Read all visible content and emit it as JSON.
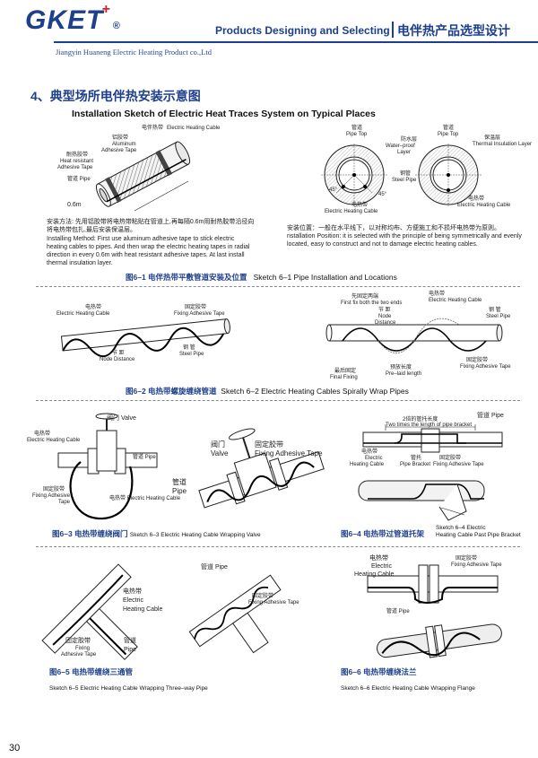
{
  "header": {
    "logo": "GKET",
    "logo_mark": "+",
    "logo_reg": "®",
    "company": "Jiangyin Huaneng Electric Heating Product co.,Ltd",
    "title_en": "Products Designing and Selecting",
    "title_cn": "电伴热产品选型设计"
  },
  "section": {
    "title": "4、典型场所电伴热安装示意图",
    "subtitle": "Installation Sketch of Electric Heat Traces System on Typical Places"
  },
  "fig61": {
    "lbl_cable_cn": "电伴热带",
    "lbl_cable_en": "Electric Heating Cable",
    "lbl_al_cn": "铝胶带",
    "lbl_al_en1": "Aluminum",
    "lbl_al_en2": "Adhesive Tape",
    "lbl_hr_cn": "耐热胶带",
    "lbl_hr_en1": "Heat resistant",
    "lbl_hr_en2": "Adhesive Tape",
    "lbl_pipe": "管道 Pipe",
    "dim": "0.6m",
    "method_cn": "安装方法: 先用铝胶带将电热带粘贴在管道上,再每隔0.6m用耐热胶带沿径向将电热带包扎,最后安装保温层。",
    "method_en": "Installing Method: First use aluminum adhesive tape to stick electric heating cables to pipes.  And then wrap the electric heating tapes in radial direction in every 0.6m with heat resistant adhesive tapes. At last install thermal insulation layer.",
    "r_pipetop1_cn": "管道",
    "r_pipetop1_en": "Pipe Top",
    "r_water_cn": "防水层",
    "r_water_en1": "Water–proof",
    "r_water_en2": "Layer",
    "r_pipetop2_cn": "管道",
    "r_pipetop2_en": "Pipe Top",
    "r_ins_cn": "保温层",
    "r_ins_en": "Thermal Insulation Layer",
    "r_steel_cn": "钢管",
    "r_steel_en": "Steel Pipe",
    "r_angle1": "45°",
    "r_angle2": "45°",
    "r_cable1_cn": "电热带",
    "r_cable1_en": "Electric Heating Cable",
    "r_cable2_cn": "电热带",
    "r_cable2_en": "Electric Heating Cable",
    "position_cn": "安装位置：一般在水平线下，以对称均布、方便施工和不损坏电热带为原则。",
    "position_en": "nstallation Position: it is selected with the principle of being symmetrically and evenly located, easy to construct and not to damage electric heating cables.",
    "caption_cn": "图6–1 电伴热带平敷管道安装及位置",
    "caption_en": "Sketch 6–1 Pipe Installation and Locations"
  },
  "fig62": {
    "l_cable_cn": "电热带",
    "l_cable_en": "Electric Heating Cable",
    "l_tape_cn": "固定胶带",
    "l_tape_en": "Fixing Adhesive Tape",
    "l_node_cn": "节 距",
    "l_node_en": "Node Distance",
    "l_steel_cn": "钢 管",
    "l_steel_en": "Steel Pipe",
    "r_fix_cn": "先固定两端",
    "r_fix_en": "First fix both the two ends",
    "r_node_cn": "节 距",
    "r_node_en1": "Node",
    "r_node_en2": "Distance",
    "r_cable_cn": "电热带",
    "r_cable_en": "Electric Heating Cable",
    "r_steel_cn": "钢 管",
    "r_steel_en": "Steel Pipe",
    "r_tape_cn": "固定胶带",
    "r_tape_en": "Fixing Adhesive Tape",
    "r_final_cn": "最后固定",
    "r_final_en": "Final Fixing",
    "r_pre_cn": "预放长度",
    "r_pre_en": "Pre–laid length",
    "caption_cn": "图6–2 电热带螺旋缠绕管道",
    "caption_en": "Sketch 6–2 Electric Heating Cables Spirally Wrap Pipes"
  },
  "fig63": {
    "valve1": "阀门 Valve",
    "cable_cn": "电热带",
    "cable_en": "Electric Heating Cable",
    "pipe1": "管道 Pipe",
    "tape_cn": "固定胶带",
    "tape_en1": "Fixing Adhesive",
    "tape_en2": "Tape",
    "cable2": "电热带 Electric Heating Cable",
    "valve2_cn": "阀门",
    "valve2_en": "Valve",
    "tape2_cn": "固定胶带",
    "tape2_en": "Fixing Adhesive Tape",
    "pipe2_cn": "管道",
    "pipe2_en": "Pipe",
    "caption_cn": "图6–3 电热带缠绕阀门",
    "caption_en": "Sketch 6–3 Electric Heating Cable Wrapping Valve"
  },
  "fig64": {
    "twice_cn": "2倍的管托长度",
    "twice_en": "Two times the length of pipe bracket",
    "pipe": "管道 Pipe",
    "cable_cn": "电热带",
    "cable_en1": "Electric",
    "cable_en2": "Heating Cable",
    "bracket_cn": "管托",
    "bracket_en": "Pipe Bracket",
    "tape_cn": "固定胶带",
    "tape_en": "Fixing Adhesive Tape",
    "caption_cn": "图6–4 电热带过管道托架",
    "caption_en1": "Sketch 6–4 Electric",
    "caption_en2": "Heating Cable Past Pipe Bracket"
  },
  "fig65": {
    "cable_cn": "电热带",
    "cable_en1": "Electric",
    "cable_en2": "Heating Cable",
    "tape_cn": "固定胶带",
    "tape_en1": "Fixing",
    "tape_en2": "Adhesive Tape",
    "pipe_cn": "管道",
    "pipe_en": "Pipe",
    "pipe_top": "管道 Pipe",
    "tape2_cn": "固定胶带",
    "tape2_en": "Fixing Adhesive Tape",
    "caption_cn": "图6–5 电热带缠绕三通管",
    "caption_en": "Sketch 6–5 Electric Heating Cable Wrapping Three–way Pipe"
  },
  "fig66": {
    "cable_cn": "电热带",
    "cable_en1": "Electric",
    "cable_en2": "Heating Cable",
    "tape_cn": "固定胶带",
    "tape_en": "Fixing Adhesive Tape",
    "pipe": "管道 Pipe",
    "caption_cn": "图6–6 电热带缠绕法兰",
    "caption_en": "Sketch 6–6  Electric Heating Cable Wrapping Flange"
  },
  "page_number": "30",
  "colors": {
    "brand": "#1d3f8c",
    "accent": "#d81e2a"
  }
}
